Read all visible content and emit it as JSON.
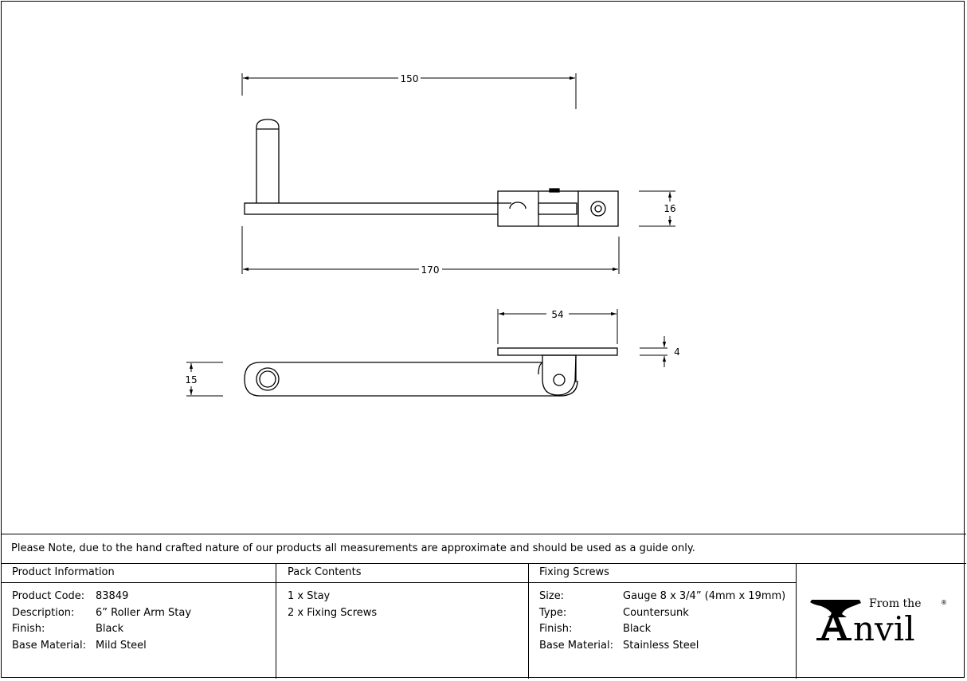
{
  "dimensions": {
    "top_width": "150",
    "overall_length": "170",
    "block_height": "16",
    "plate_length": "54",
    "plate_thickness": "4",
    "arm_height": "15"
  },
  "note": "Please Note, due to the hand crafted nature of our products all measurements are approximate and should be used as a guide only.",
  "product_info": {
    "header": "Product Information",
    "rows": [
      {
        "label": "Product Code:",
        "value": "83849"
      },
      {
        "label": "Description:",
        "value": "6” Roller Arm Stay"
      },
      {
        "label": "Finish:",
        "value": "Black"
      },
      {
        "label": "Base Material:",
        "value": "Mild Steel"
      }
    ]
  },
  "pack_contents": {
    "header": "Pack Contents",
    "items": [
      "1 x Stay",
      "2 x Fixing Screws"
    ]
  },
  "fixing_screws": {
    "header": "Fixing Screws",
    "rows": [
      {
        "label": "Size:",
        "value": "Gauge 8 x 3/4” (4mm x 19mm)"
      },
      {
        "label": "Type:",
        "value": "Countersunk"
      },
      {
        "label": "Finish:",
        "value": "Black"
      },
      {
        "label": "Base Material:",
        "value": "Stainless Steel"
      }
    ]
  },
  "logo": {
    "from_the": "From the",
    "brand": "nvil",
    "registered": "®"
  }
}
